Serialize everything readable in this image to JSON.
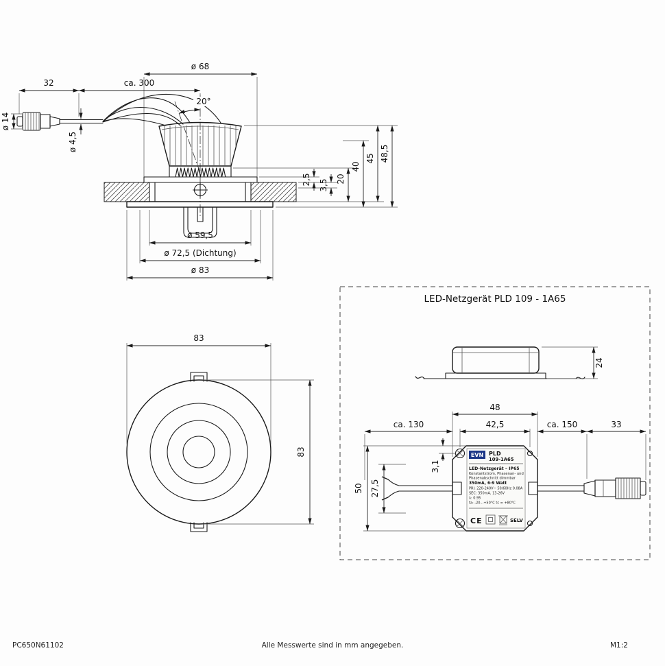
{
  "footer": {
    "part_number": "PC650N61102",
    "note": "Alle Messwerte sind in mm angegeben.",
    "scale": "M1:2"
  },
  "side_view": {
    "dim_d68": "ø 68",
    "dim_32": "32",
    "dim_ca300": "ca. 300",
    "dim_angle": "20°",
    "dim_d14": "ø 14",
    "dim_d4_5": "ø 4,5",
    "dim_2_5": "2,5",
    "dim_3_5": "3,5",
    "dim_20": "20",
    "dim_40": "40",
    "dim_45": "45",
    "dim_48_5": "48,5",
    "dim_d59_5": "ø 59,5",
    "dim_d72_5": "ø 72,5 (Dichtung)",
    "dim_d83": "ø 83"
  },
  "front_view": {
    "dim_width": "83",
    "dim_height": "83"
  },
  "driver": {
    "title": "LED-Netzgerät PLD 109 - 1A65",
    "dim_24": "24",
    "dim_48": "48",
    "dim_42_5": "42,5",
    "dim_ca130": "ca. 130",
    "dim_ca150": "ca. 150",
    "dim_33": "33",
    "dim_3_1": "3,1",
    "dim_27_5": "27,5",
    "dim_50": "50",
    "label": {
      "brand": "EVN",
      "model": "PLD",
      "model_no": "109-1A65",
      "type": "LED-Netzgerät – IP65",
      "desc1": "Konstantstrom, Phasenan- und",
      "desc2": "Phasenabschnitt dimmbar",
      "power": "350mA, 6-9 Watt",
      "pri": "PRI: 220-240V~ 50/60Hz 0.08A",
      "sec": "SEC: 350mA, 13-26V",
      "pf": "λ: 0.95",
      "temp": "ta: -20...+50°C  tc = +80°C",
      "ce": "CE",
      "selv": "SELV"
    }
  }
}
